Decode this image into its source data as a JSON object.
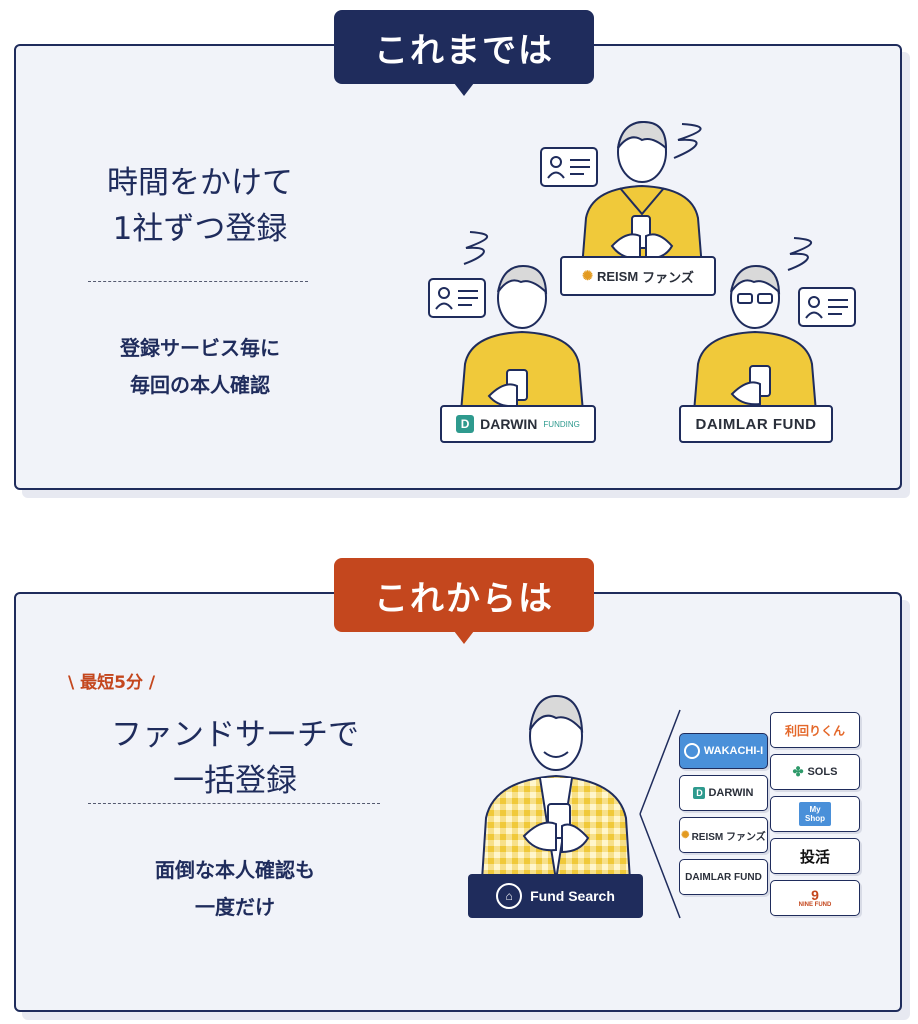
{
  "before": {
    "tag": "これまでは",
    "headline_line1": "時間をかけて",
    "headline_line2": "1社ずつ登録",
    "sub_line1": "登録サービス毎に",
    "sub_line2": "毎回の本人確認",
    "logos": {
      "reism_1": "REISM",
      "reism_2": "ファンズ",
      "darwin_1": "DARWIN",
      "darwin_2": "FUNDING",
      "daimlar": "DAIMLAR FUND"
    }
  },
  "after": {
    "tag": "これからは",
    "badge": "最短5分",
    "headline_line1": "ファンドサーチで",
    "headline_line2": "一括登録",
    "sub_line1": "面倒な本人確認も",
    "sub_line2": "一度だけ",
    "fund_search": "Fund Search",
    "funds_left": [
      {
        "name": "WAKACHI-I"
      },
      {
        "name": "DARWIN"
      },
      {
        "name": "REISM ファンズ"
      },
      {
        "name": "DAIMLAR FUND"
      }
    ],
    "funds_right": [
      {
        "name": "利回りくん"
      },
      {
        "name": "SOLS"
      },
      {
        "name": "My Shop"
      },
      {
        "name": "投活"
      },
      {
        "name": "NINE FUND"
      }
    ]
  },
  "colors": {
    "navy": "#1f2c5c",
    "orange": "#c4471e",
    "yellow_shirt": "#f0c93a",
    "panel_bg": "#f1f3f9"
  }
}
